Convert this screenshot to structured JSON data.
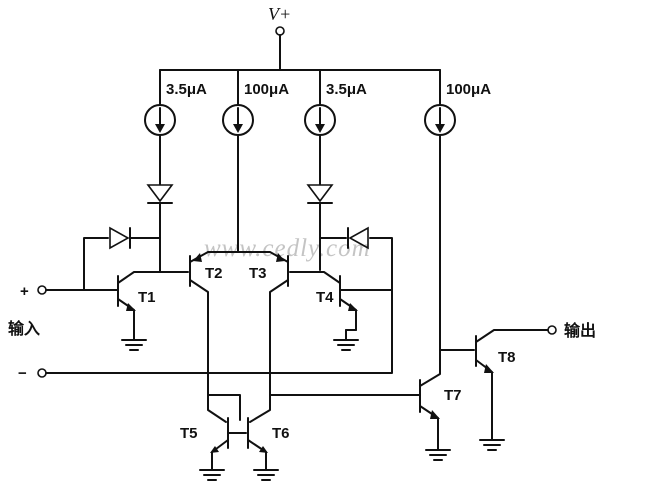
{
  "supply": {
    "label": "V+"
  },
  "current_sources": [
    {
      "id": "cs1",
      "value": "3.5μA"
    },
    {
      "id": "cs2",
      "value": "100μA"
    },
    {
      "id": "cs3",
      "value": "3.5μA"
    },
    {
      "id": "cs4",
      "value": "100μA"
    }
  ],
  "transistors": [
    {
      "id": "T1",
      "label": "T1"
    },
    {
      "id": "T2",
      "label": "T2"
    },
    {
      "id": "T3",
      "label": "T3"
    },
    {
      "id": "T4",
      "label": "T4"
    },
    {
      "id": "T5",
      "label": "T5"
    },
    {
      "id": "T6",
      "label": "T6"
    },
    {
      "id": "T7",
      "label": "T7"
    },
    {
      "id": "T8",
      "label": "T8"
    }
  ],
  "terminals": {
    "plus_sign": "+",
    "minus_sign": "−",
    "input_label": "输入",
    "output_label": "输出"
  },
  "watermark": "www.cedly.com"
}
